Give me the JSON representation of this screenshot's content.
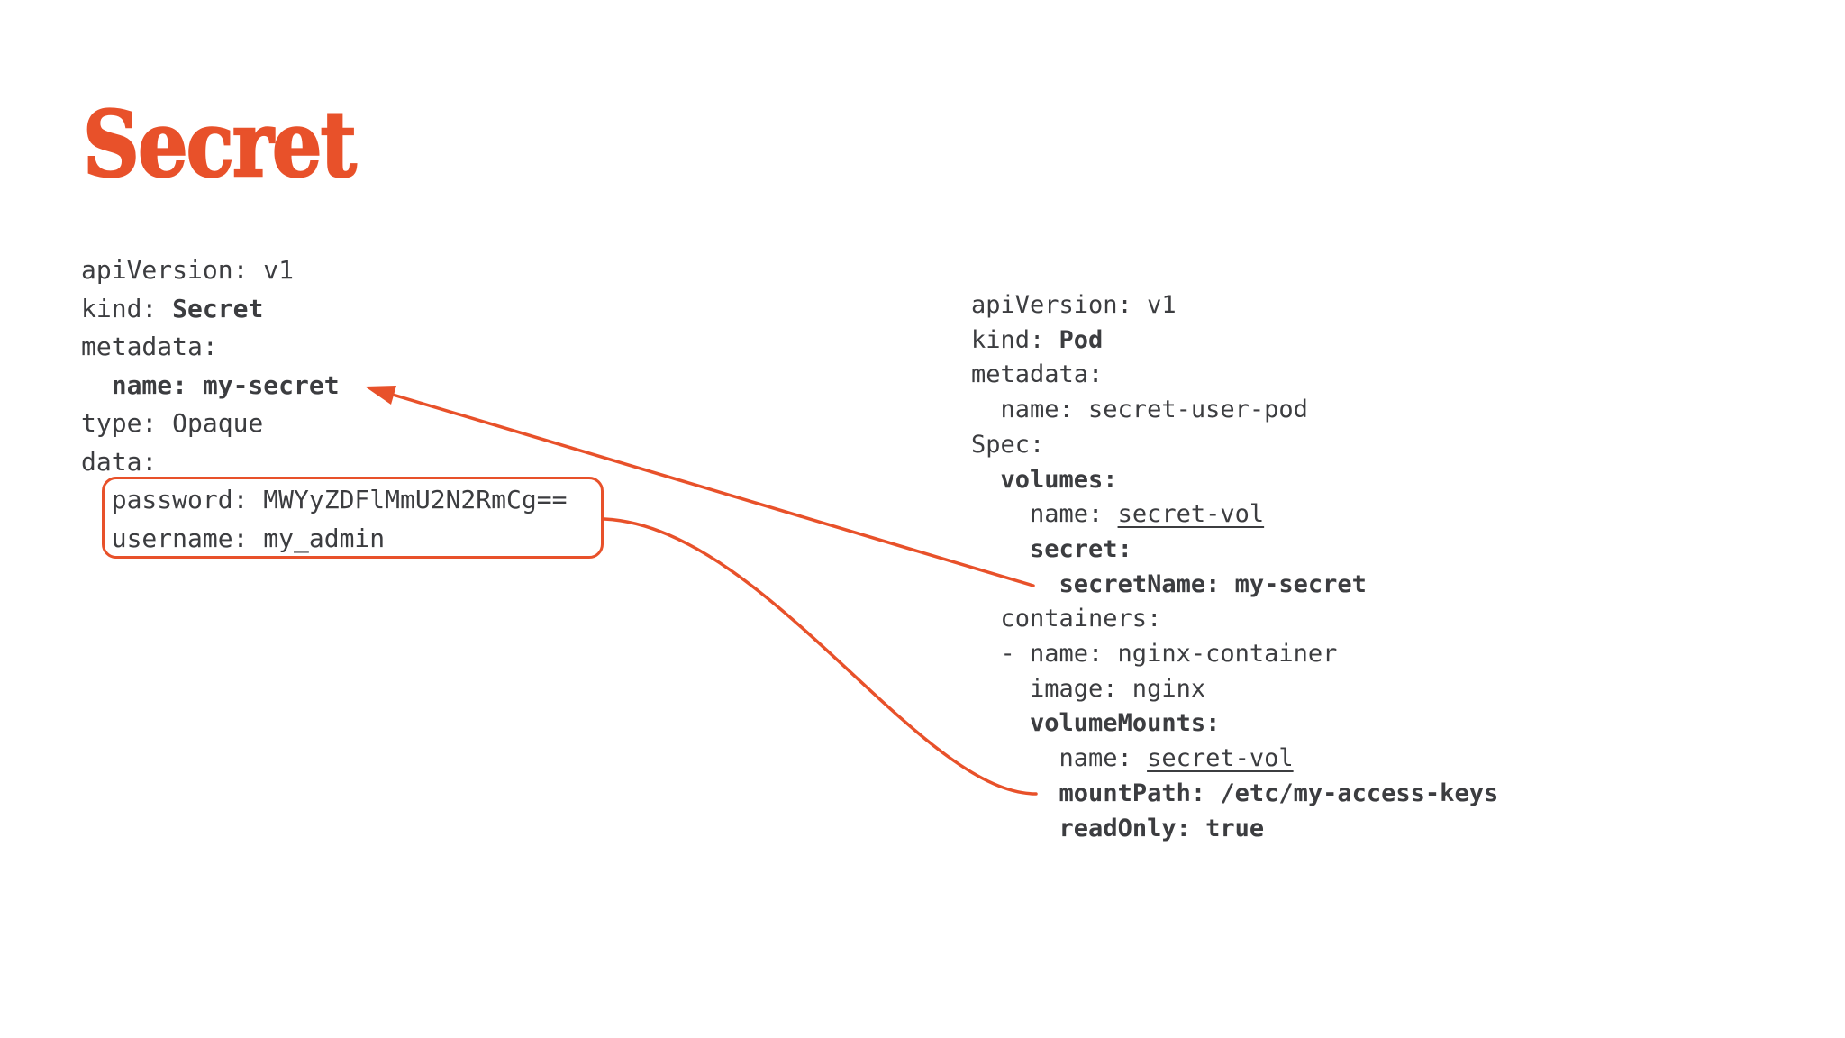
{
  "title": "Secret",
  "colors": {
    "accent": "#E8512A",
    "text": "#3C3D40",
    "background": "#FFFFFF"
  },
  "secret_yaml": {
    "lines": [
      [
        {
          "t": "apiVersion: v1"
        }
      ],
      [
        {
          "t": "kind: "
        },
        {
          "t": "Secret",
          "b": true
        }
      ],
      [
        {
          "t": "metadata:"
        }
      ],
      [
        {
          "t": "  "
        },
        {
          "t": "name: my-secret",
          "b": true
        }
      ],
      [
        {
          "t": "type: Opaque"
        }
      ],
      [
        {
          "t": "data:"
        }
      ],
      [
        {
          "t": "  password: MWYyZDFlMmU2N2RmCg=="
        }
      ],
      [
        {
          "t": "  username: my_admin"
        }
      ]
    ]
  },
  "pod_yaml": {
    "lines": [
      [
        {
          "t": "apiVersion: v1"
        }
      ],
      [
        {
          "t": "kind: "
        },
        {
          "t": "Pod",
          "b": true
        }
      ],
      [
        {
          "t": "metadata:"
        }
      ],
      [
        {
          "t": "  name: secret-user-pod"
        }
      ],
      [
        {
          "t": "Spec:"
        }
      ],
      [
        {
          "t": "  "
        },
        {
          "t": "volumes:",
          "b": true
        }
      ],
      [
        {
          "t": "    name: "
        },
        {
          "t": "secret-vol",
          "u": true
        }
      ],
      [
        {
          "t": "    "
        },
        {
          "t": "secret:",
          "b": true
        }
      ],
      [
        {
          "t": "      "
        },
        {
          "t": "secretName: my-secret",
          "b": true
        }
      ],
      [
        {
          "t": "  containers:"
        }
      ],
      [
        {
          "t": "  - name: nginx-container"
        }
      ],
      [
        {
          "t": "    image: nginx"
        }
      ],
      [
        {
          "t": "    "
        },
        {
          "t": "volumeMounts:",
          "b": true
        }
      ],
      [
        {
          "t": "      name: "
        },
        {
          "t": "secret-vol",
          "u": true
        }
      ],
      [
        {
          "t": "      "
        },
        {
          "t": "mountPath: /etc/my-access-keys",
          "b": true
        }
      ],
      [
        {
          "t": "      "
        },
        {
          "t": "readOnly: true",
          "b": true
        }
      ]
    ]
  }
}
